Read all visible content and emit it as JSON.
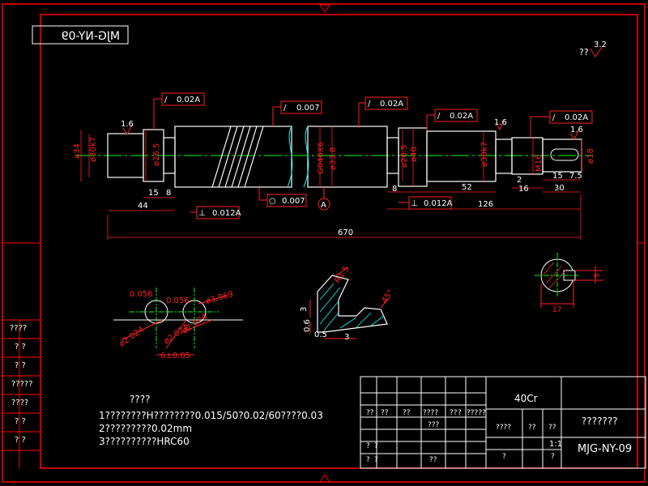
{
  "drawing": {
    "code_mirrored": "MJG-NY-09",
    "surface_symbol_top": "??",
    "surface_symbol_top_value": "3.2",
    "roughness": [
      "1.6",
      "1.6",
      "1.6"
    ],
    "tolerances": {
      "runout_1": "0.02A",
      "cylindricity": "0.007",
      "runout_2": "0.02A",
      "runout_3": "0.02A",
      "runout_4": "0.02A",
      "roundness": "0.007",
      "perp_1": "0.012A",
      "perp_2": "0.012A"
    },
    "datum": "A",
    "dims": {
      "d34": "ø34",
      "d30k7_left": "ø30k7",
      "d26_5": "ø26.5",
      "d15": "15",
      "d8_left": "8",
      "d44": "44",
      "g_thread": "G040X6",
      "d33_8": "ø33.8",
      "d8_right": "8",
      "d26_r": "ø26.5",
      "d40": "ø40",
      "d30k7_right": "ø30k7",
      "d52": "52",
      "d126": "126",
      "d2": "2",
      "d16": "16",
      "d15b": "15",
      "d7_5": "7.5",
      "d30": "30",
      "d18": "ø18",
      "m16": "M16",
      "d670": "670",
      "key5": "5",
      "key17": "17"
    },
    "detail1": {
      "d_a": "0.056",
      "d_b": "0.056",
      "d_c": "ø3.969",
      "d_d": "ø2.024",
      "d_e": "ø2.024",
      "d_f": "ø2.024",
      "pitch": "6±0.05"
    },
    "detail2": {
      "ang": "45°",
      "r1": "R1.5",
      "d3a": "3",
      "d3b": "3",
      "d06": "0.6",
      "d05": "0.5"
    }
  },
  "notes": {
    "title": "????",
    "line1": "1????????H????????0.015/50?0.02/60????0.03",
    "line2": "2?????????0.02mm",
    "line3": "3??????????HRC60"
  },
  "title_block": {
    "material": "40Cr",
    "name": "???????",
    "code": "MJG-NY-09",
    "scale": "1:1",
    "c1": "??",
    "c2": "??",
    "c3": "????",
    "c4": "??",
    "c5": "?",
    "c6": "?????",
    "c7": "???",
    "c8": "????",
    "c9": "??",
    "c10": "??",
    "c11": "??",
    "c12": "??",
    "c13": "?",
    "c14": "?",
    "c15": "?",
    "c16": "?",
    "c17": "?",
    "c18": "?"
  },
  "left_strip": [
    "????",
    "?  ?",
    "?  ?",
    "?????",
    "????",
    "?  ?",
    "?  ?"
  ],
  "colors": {
    "border": "#ff0000",
    "outline": "#ffffff",
    "center": "#00ff00",
    "dim": "#ff2020",
    "hatch": "#00ffff"
  }
}
